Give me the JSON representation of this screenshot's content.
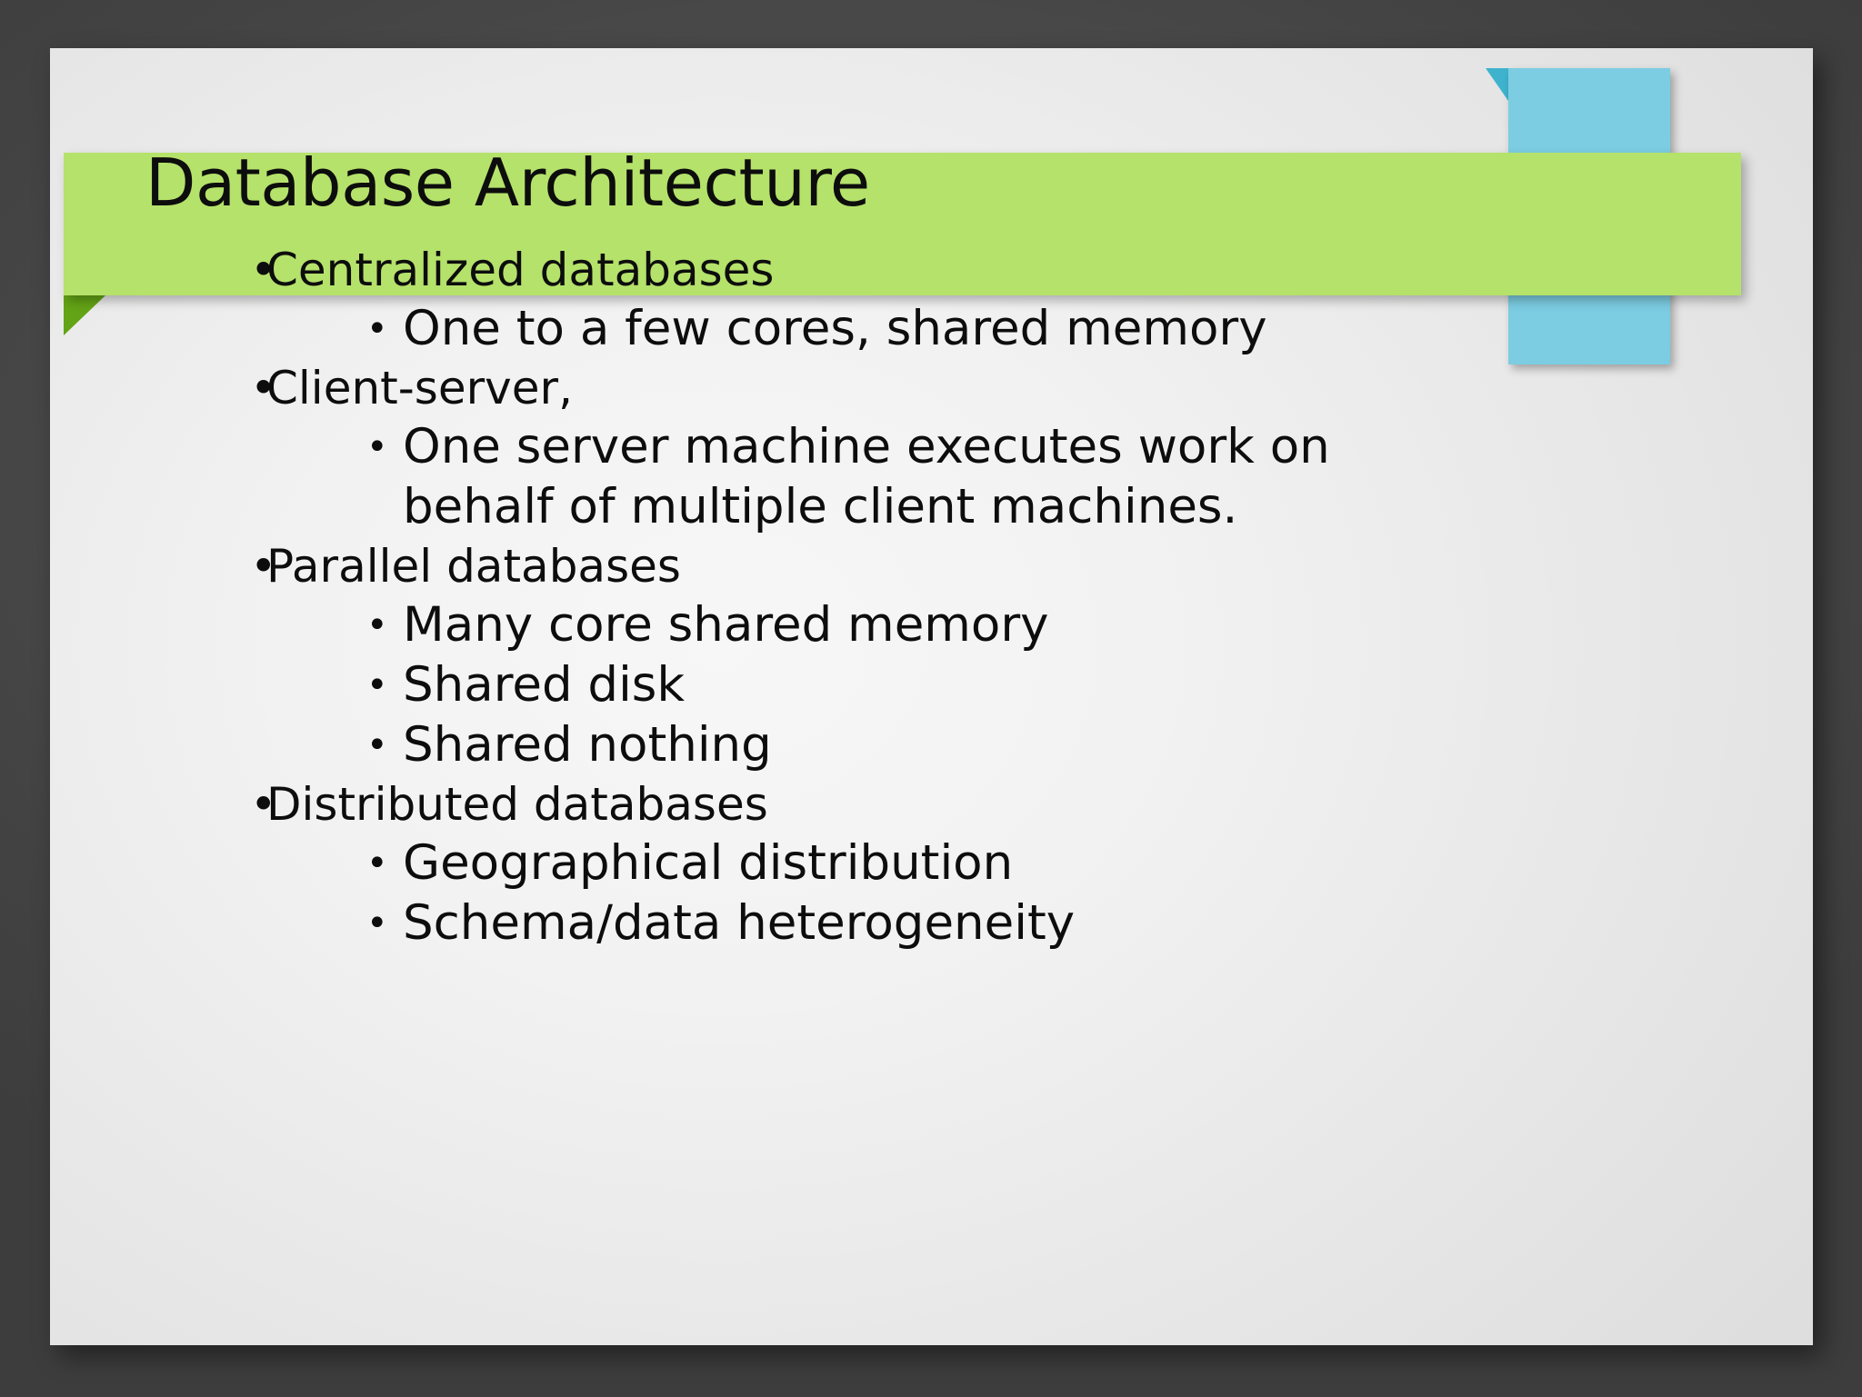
{
  "slide": {
    "title": "Database Architecture",
    "title_line1": "Database",
    "title_line2": "Architecture",
    "colors": {
      "background": "#4a4a4a",
      "slide_surface": "#efefef",
      "banner_green": "#b5e26a",
      "banner_green_fold": "#63a316",
      "ribbon_blue": "#7ccde2",
      "ribbon_blue_fold": "#3fb3cd",
      "text": "#0d0d0d"
    },
    "bullets": [
      {
        "level": 1,
        "marker": "•",
        "text": "Centralized databases"
      },
      {
        "level": 2,
        "marker": "•",
        "text": "One to a few cores, shared memory"
      },
      {
        "level": 1,
        "marker": "•",
        "text": "Client-server,"
      },
      {
        "level": 2,
        "marker": "•",
        "text": "One server machine executes work on  behalf of multiple client machines."
      },
      {
        "level": 1,
        "marker": "•",
        "text": "Parallel databases"
      },
      {
        "level": 2,
        "marker": "•",
        "text": "Many core shared memory"
      },
      {
        "level": 2,
        "marker": "•",
        "text": "Shared disk"
      },
      {
        "level": 2,
        "marker": "•",
        "text": "Shared nothing"
      },
      {
        "level": 1,
        "marker": "•",
        "text": "Distributed databases"
      },
      {
        "level": 2,
        "marker": "•",
        "text": "Geographical distribution"
      },
      {
        "level": 2,
        "marker": "•",
        "text": "Schema/data heterogeneity"
      }
    ]
  }
}
